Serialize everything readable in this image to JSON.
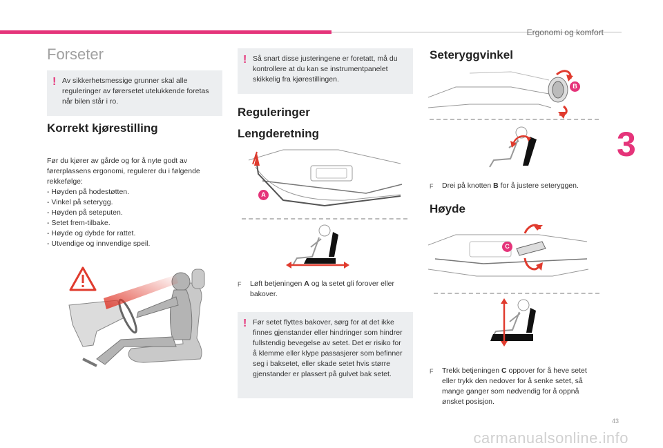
{
  "header": {
    "chapter_title": "Ergonomi og komfort",
    "chapter_number": "3"
  },
  "footer": {
    "page_number": "43",
    "watermark": "carmanualsonline.info"
  },
  "left": {
    "section_title": "Forseter",
    "warning": "Av sikkerhetsmessige grunner skal alle reguleringer av førersetet utelukkende foretas når bilen står i ro.",
    "subtitle": "Korrekt kjørestilling",
    "intro": "Før du kjører av gårde og for å nyte godt av førerplassens ergonomi, regulerer du i følgende rekkefølge:",
    "list": [
      "-  Høyden på hodestøtten.",
      "-  Vinkel på seterygg.",
      "-  Høyden på seteputen.",
      "-  Setet frem-tilbake.",
      "-  Høyde og dybde for rattet.",
      "-  Utvendige og innvendige speil."
    ]
  },
  "middle": {
    "warning_top": "Så snart disse justeringene er foretatt, må du kontrollere at du kan se instrumentpanelet skikkelig fra kjørestillingen.",
    "title": "Reguleringer",
    "subtitle": "Lengderetning",
    "label_a": "A",
    "bullet_pre": "Løft betjeningen ",
    "bullet_bold": "A",
    "bullet_post": " og la setet gli forover eller bakover.",
    "warning_bottom": "Før setet flyttes bakover, sørg for at det ikke finnes gjenstander eller hindringer som hindrer fullstendig bevegelse av setet. Det er risiko for å klemme eller klype passasjerer som befinner seg i baksetet, eller skade setet hvis større gjenstander er plassert på gulvet bak setet."
  },
  "right": {
    "title1": "Seteryggvinkel",
    "label_b": "B",
    "bullet1_pre": "Drei på knotten ",
    "bullet1_bold": "B",
    "bullet1_post": " for å justere seteryggen.",
    "title2": "Høyde",
    "label_c": "C",
    "bullet2_pre": "Trekk betjeningen ",
    "bullet2_bold": "C",
    "bullet2_post": " oppover for å heve setet eller trykk den nedover for å senke setet, så mange ganger som nødvendig for å oppnå ønsket posisjon."
  },
  "colors": {
    "accent": "#e5347a",
    "arrow_red": "#e03b2e",
    "warn_bg": "#eceef0"
  }
}
